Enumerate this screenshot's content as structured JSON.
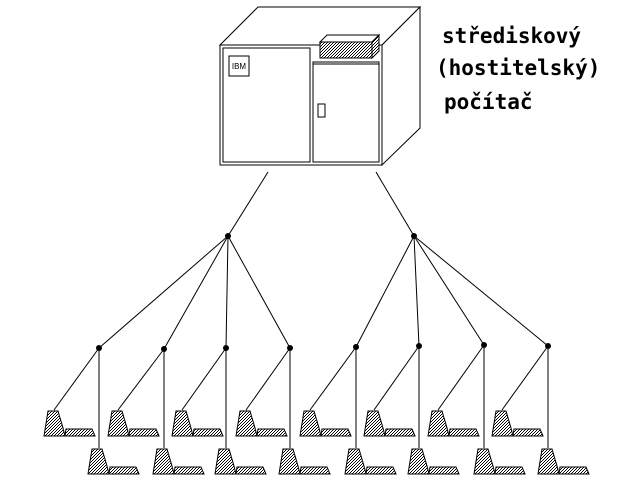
{
  "caption": {
    "line1": "střediskový",
    "line2": "(hostitelský)",
    "line3": "počítač"
  },
  "mainframe": {
    "logo": "IBM"
  },
  "network": {
    "hub_count": 2,
    "nodes_per_hub": 4,
    "terminals_per_node": 2,
    "total_terminals": 16
  },
  "colors": {
    "ink": "#000000",
    "background": "#ffffff",
    "hatch": "#000000"
  }
}
